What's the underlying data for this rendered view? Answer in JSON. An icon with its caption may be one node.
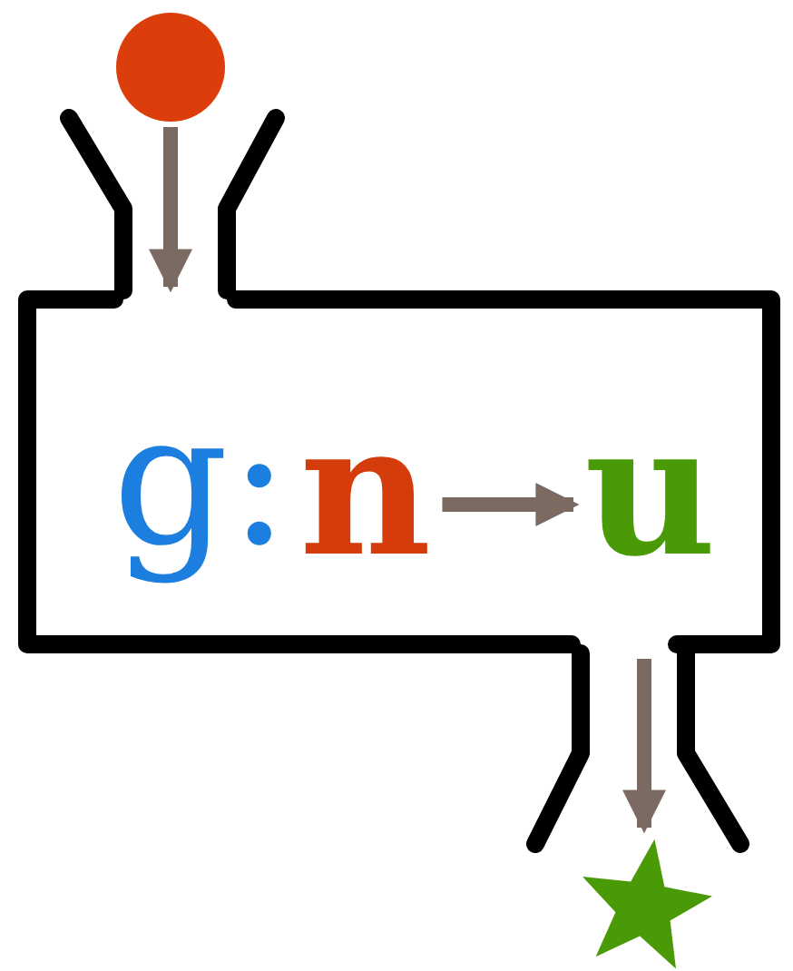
{
  "diagram": {
    "nodes": [
      {
        "text": [],
        "shape": "circle"
      },
      {
        "text": [
          "g:"
        ]
      },
      {
        "text": [
          "n"
        ],
        "in": 1
      },
      {
        "text": [
          "u"
        ],
        "in": 1
      },
      {
        "text": [],
        "shape": "star"
      }
    ],
    "edges": [
      {
        "from": 0,
        "to": 1,
        "arrow": "to"
      },
      {
        "from": 2,
        "to": 3,
        "arrow": "to"
      },
      {
        "from": 1,
        "to": 4,
        "arrow": "to"
      }
    ]
  }
}
